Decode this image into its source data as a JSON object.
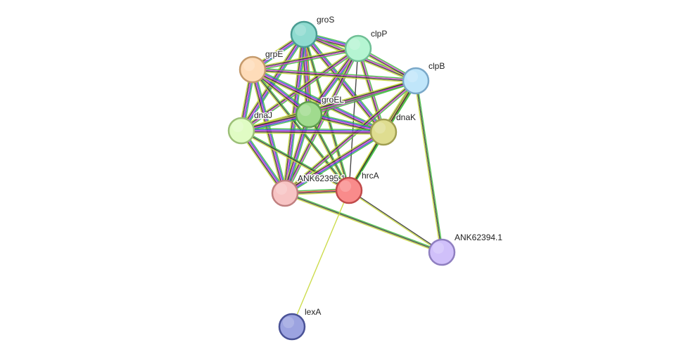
{
  "network": {
    "edge_type_colors": {
      "green": "#3fbf3f",
      "blue": "#3a4fd8",
      "magenta": "#d23bd2",
      "black": "#333333",
      "yellow": "#c8d83a",
      "red": "#e03a3a",
      "purple": "#6a3fa8"
    },
    "nodes": [
      {
        "id": "groS",
        "label": "groS",
        "fill": "#8fdbd0",
        "stroke": "#4a9c92"
      },
      {
        "id": "clpP",
        "label": "clpP",
        "fill": "#b5f5d2",
        "stroke": "#6fbf95"
      },
      {
        "id": "grpE",
        "label": "grpE",
        "fill": "#fedcb9",
        "stroke": "#c49a6c"
      },
      {
        "id": "clpB",
        "label": "clpB",
        "fill": "#c0e6fa",
        "stroke": "#7aa8c8"
      },
      {
        "id": "groEL",
        "label": "groEL",
        "fill": "#a0db8e",
        "stroke": "#5f9e4e"
      },
      {
        "id": "dnaJ",
        "label": "dnaJ",
        "fill": "#e0fcc4",
        "stroke": "#9cbf78"
      },
      {
        "id": "dnaK",
        "label": "dnaK",
        "fill": "#dfdd90",
        "stroke": "#a09e50"
      },
      {
        "id": "ANK62395.1",
        "label": "ANK62395.1",
        "fill": "#f7c4c4",
        "stroke": "#c08080"
      },
      {
        "id": "hrcA",
        "label": "hrcA",
        "fill": "#f98b8b",
        "stroke": "#c04a4a"
      },
      {
        "id": "ANK62394.1",
        "label": "ANK62394.1",
        "fill": "#d0c0fa",
        "stroke": "#8f7fc0"
      },
      {
        "id": "lexA",
        "label": "lexA",
        "fill": "#9ca3e0",
        "stroke": "#4a5296"
      }
    ],
    "edges": [
      {
        "source": "groS",
        "target": "clpP",
        "types": [
          "green",
          "blue",
          "magenta",
          "black",
          "yellow"
        ]
      },
      {
        "source": "groS",
        "target": "grpE",
        "types": [
          "green",
          "blue",
          "magenta",
          "black",
          "yellow"
        ]
      },
      {
        "source": "groS",
        "target": "clpB",
        "types": [
          "green",
          "magenta",
          "black",
          "yellow"
        ]
      },
      {
        "source": "groS",
        "target": "groEL",
        "types": [
          "green",
          "red",
          "blue",
          "magenta",
          "black",
          "yellow"
        ]
      },
      {
        "source": "groS",
        "target": "dnaJ",
        "types": [
          "green",
          "blue",
          "magenta",
          "black",
          "yellow"
        ]
      },
      {
        "source": "groS",
        "target": "dnaK",
        "types": [
          "green",
          "blue",
          "magenta",
          "black",
          "yellow"
        ]
      },
      {
        "source": "groS",
        "target": "ANK62395.1",
        "types": [
          "green",
          "blue",
          "magenta",
          "black",
          "yellow"
        ]
      },
      {
        "source": "groS",
        "target": "hrcA",
        "types": [
          "green",
          "black",
          "yellow"
        ]
      },
      {
        "source": "clpP",
        "target": "grpE",
        "types": [
          "green",
          "magenta",
          "black",
          "yellow"
        ]
      },
      {
        "source": "clpP",
        "target": "clpB",
        "types": [
          "green",
          "magenta",
          "black",
          "yellow"
        ]
      },
      {
        "source": "clpP",
        "target": "groEL",
        "types": [
          "green",
          "blue",
          "magenta",
          "black",
          "yellow"
        ]
      },
      {
        "source": "clpP",
        "target": "dnaJ",
        "types": [
          "green",
          "magenta",
          "black",
          "yellow"
        ]
      },
      {
        "source": "clpP",
        "target": "dnaK",
        "types": [
          "green",
          "magenta",
          "black",
          "yellow"
        ]
      },
      {
        "source": "clpP",
        "target": "ANK62395.1",
        "types": [
          "green",
          "magenta",
          "black",
          "yellow"
        ]
      },
      {
        "source": "clpP",
        "target": "hrcA",
        "types": [
          "black"
        ]
      },
      {
        "source": "grpE",
        "target": "clpB",
        "types": [
          "green",
          "magenta",
          "black",
          "yellow"
        ]
      },
      {
        "source": "grpE",
        "target": "groEL",
        "types": [
          "green",
          "blue",
          "magenta",
          "black",
          "yellow"
        ]
      },
      {
        "source": "grpE",
        "target": "dnaJ",
        "types": [
          "green",
          "blue",
          "magenta",
          "black",
          "yellow"
        ]
      },
      {
        "source": "grpE",
        "target": "dnaK",
        "types": [
          "green",
          "blue",
          "magenta",
          "black",
          "yellow"
        ]
      },
      {
        "source": "grpE",
        "target": "ANK62395.1",
        "types": [
          "green",
          "blue",
          "magenta",
          "black",
          "yellow"
        ]
      },
      {
        "source": "grpE",
        "target": "hrcA",
        "types": [
          "green",
          "black",
          "yellow"
        ]
      },
      {
        "source": "clpB",
        "target": "groEL",
        "types": [
          "green",
          "magenta",
          "black",
          "yellow"
        ]
      },
      {
        "source": "clpB",
        "target": "dnaJ",
        "types": [
          "green",
          "magenta",
          "black",
          "yellow"
        ]
      },
      {
        "source": "clpB",
        "target": "dnaK",
        "types": [
          "green",
          "red",
          "magenta",
          "black",
          "yellow"
        ]
      },
      {
        "source": "clpB",
        "target": "ANK62395.1",
        "types": [
          "green",
          "magenta",
          "black",
          "yellow"
        ]
      },
      {
        "source": "clpB",
        "target": "hrcA",
        "types": [
          "green",
          "black",
          "yellow"
        ]
      },
      {
        "source": "clpB",
        "target": "ANK62394.1",
        "types": [
          "green",
          "black",
          "yellow"
        ]
      },
      {
        "source": "groEL",
        "target": "dnaJ",
        "types": [
          "green",
          "blue",
          "magenta",
          "black",
          "yellow"
        ]
      },
      {
        "source": "groEL",
        "target": "dnaK",
        "types": [
          "green",
          "blue",
          "magenta",
          "black",
          "yellow"
        ]
      },
      {
        "source": "groEL",
        "target": "ANK62395.1",
        "types": [
          "green",
          "blue",
          "magenta",
          "black",
          "yellow"
        ]
      },
      {
        "source": "groEL",
        "target": "hrcA",
        "types": [
          "green",
          "black",
          "yellow"
        ]
      },
      {
        "source": "dnaJ",
        "target": "dnaK",
        "types": [
          "green",
          "blue",
          "magenta",
          "black",
          "yellow"
        ]
      },
      {
        "source": "dnaJ",
        "target": "ANK62395.1",
        "types": [
          "green",
          "blue",
          "magenta",
          "black",
          "yellow"
        ]
      },
      {
        "source": "dnaJ",
        "target": "hrcA",
        "types": [
          "green",
          "black",
          "yellow"
        ]
      },
      {
        "source": "dnaK",
        "target": "ANK62395.1",
        "types": [
          "green",
          "blue",
          "magenta",
          "black",
          "yellow"
        ]
      },
      {
        "source": "dnaK",
        "target": "hrcA",
        "types": [
          "green",
          "black",
          "yellow"
        ]
      },
      {
        "source": "ANK62395.1",
        "target": "hrcA",
        "types": [
          "green",
          "red",
          "black",
          "yellow"
        ]
      },
      {
        "source": "ANK62395.1",
        "target": "ANK62394.1",
        "types": [
          "green",
          "black",
          "yellow"
        ]
      },
      {
        "source": "hrcA",
        "target": "ANK62394.1",
        "types": [
          "black",
          "yellow"
        ]
      },
      {
        "source": "hrcA",
        "target": "lexA",
        "types": [
          "yellow"
        ]
      }
    ]
  }
}
